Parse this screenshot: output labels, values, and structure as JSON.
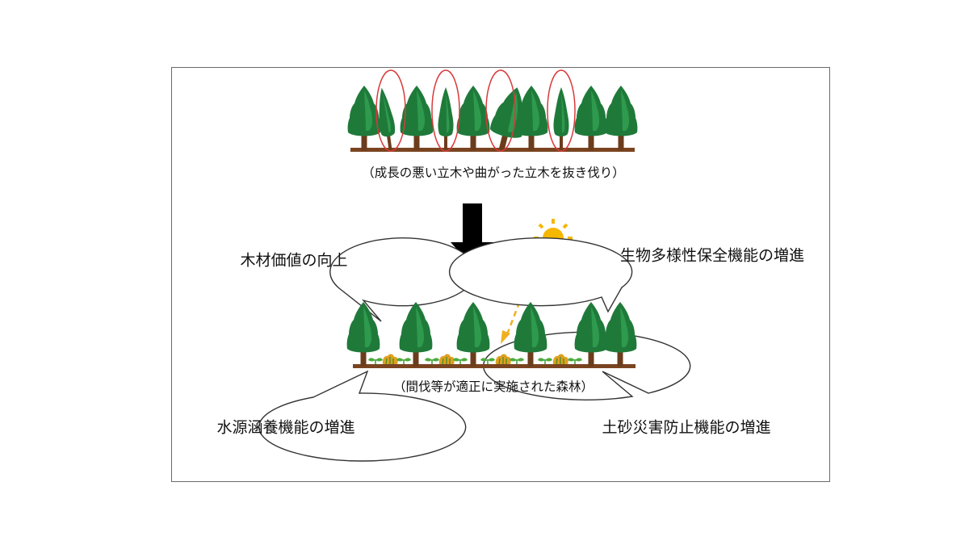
{
  "top_caption": "（成長の悪い立木や曲がった立木を抜き伐り）",
  "bottom_caption": "（間伐等が適正に実施された森林）",
  "bubbles": {
    "timber": "木材価値の向上",
    "biodiversity": "生物多様性保全機能の増進",
    "water": "水源涵養機能の増進",
    "soil": "土砂災害防止機能の増進"
  },
  "colors": {
    "tree_dark": "#1f7a3a",
    "tree_light": "#2e9a4e",
    "trunk": "#6b3d1c",
    "ground": "#7a4420",
    "highlight_ring": "#d83a3a",
    "sun": "#f5b700",
    "sun_ray_arrow": "#f0b020",
    "down_arrow": "#000000"
  },
  "icons": [
    "tree-icon",
    "sun-icon",
    "down-arrow-icon",
    "sprout-icon",
    "bush-icon"
  ]
}
